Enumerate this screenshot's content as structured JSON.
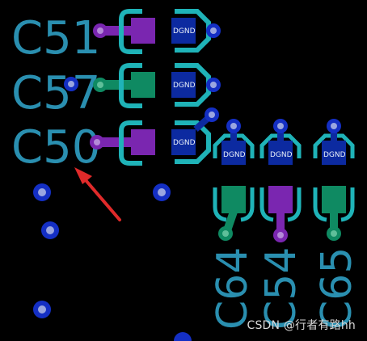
{
  "designators": {
    "c51": "C51",
    "c57": "C57",
    "c50": "C50",
    "c64": "C64",
    "c54": "C54",
    "c65": "C65"
  },
  "net_label": "DGND",
  "watermark": "CSDN @行者有路hh",
  "colors": {
    "background": "#000000",
    "designator": "#2a8fb0",
    "outline": "#1fb3b8",
    "pad": "#0c2aa0",
    "via_ring": "#142fc4",
    "via_hole": "#9aa6e0",
    "net_purple": "#7a26b0",
    "net_green": "#0f8a62",
    "arrow": "#e02a2a"
  }
}
